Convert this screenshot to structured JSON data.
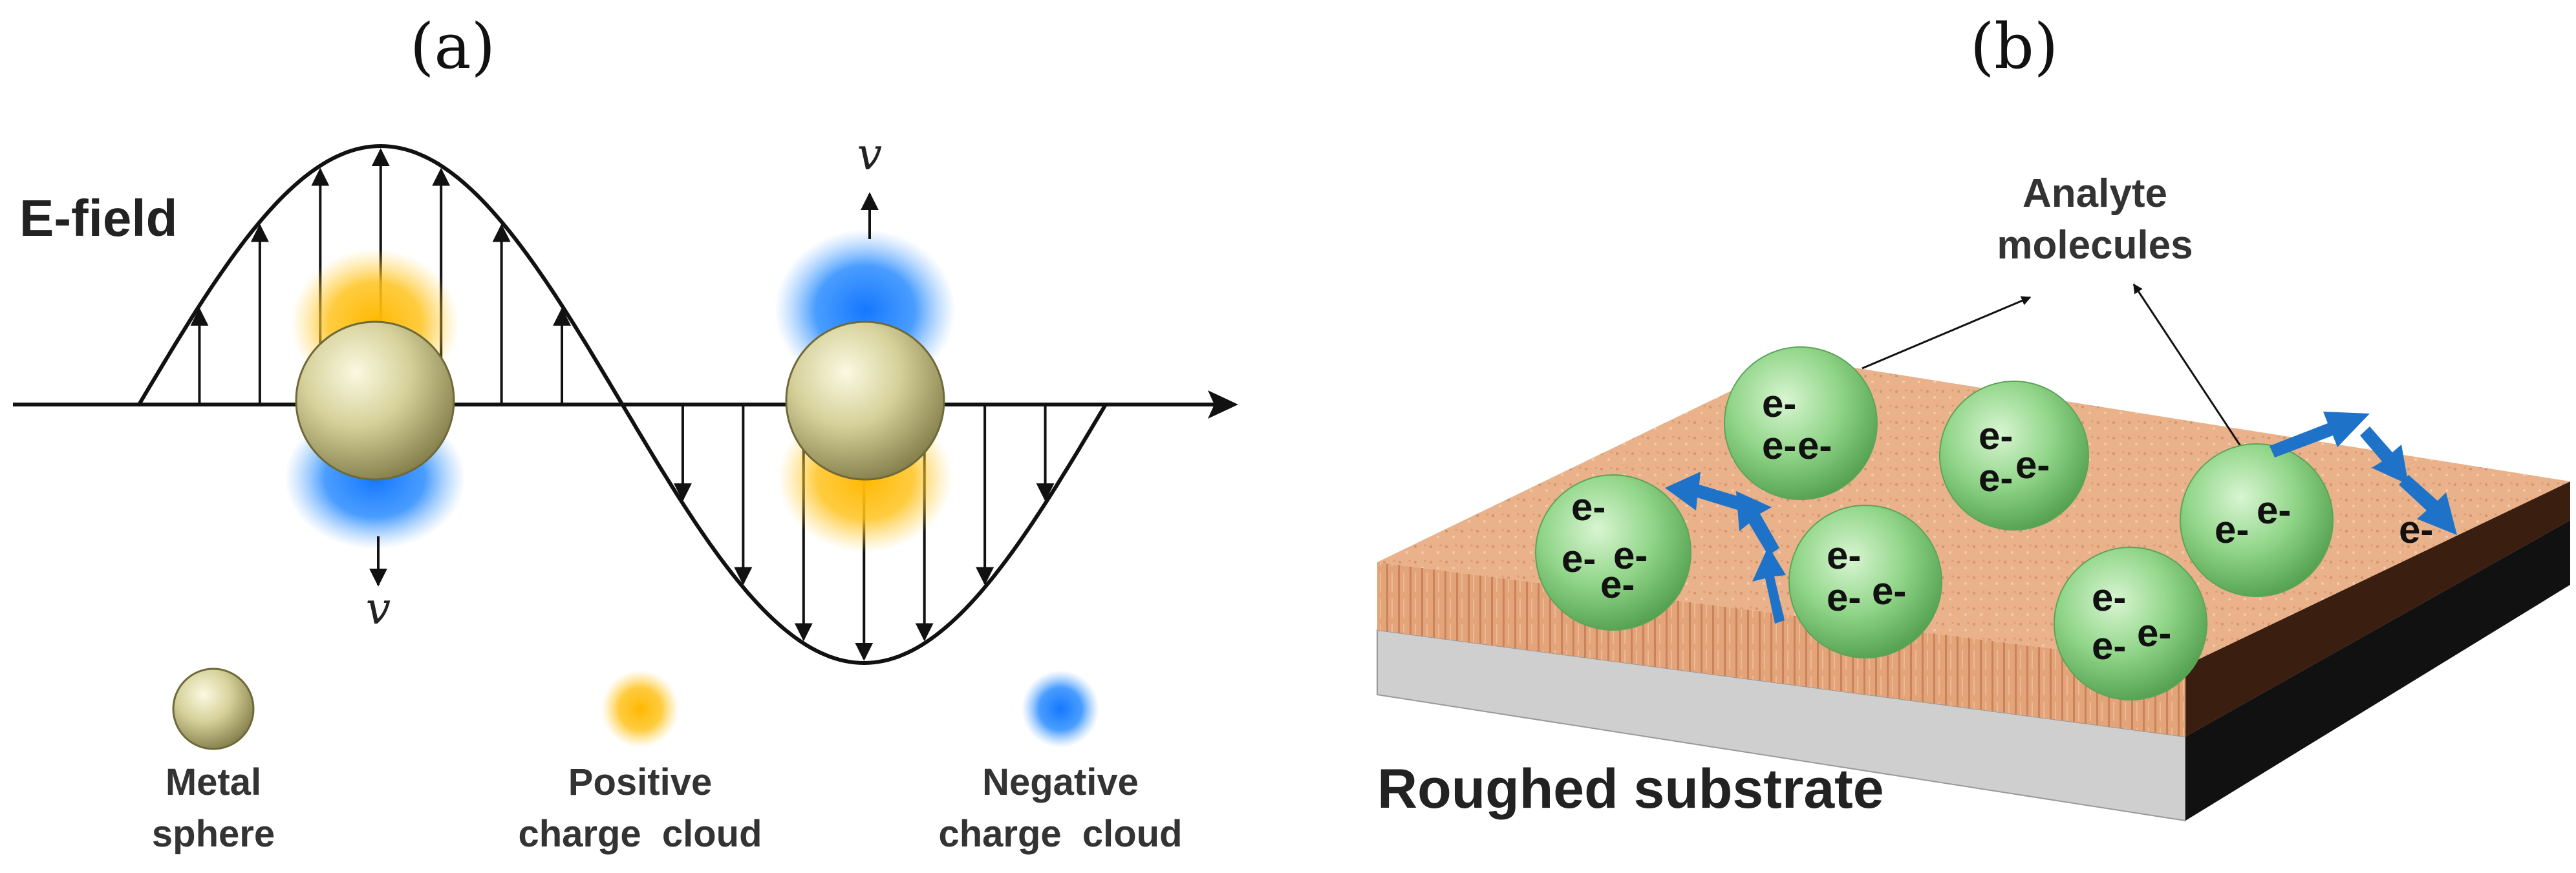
{
  "panel_a": {
    "label": "(a)",
    "field_label": "E-field",
    "velocity_symbol": "v",
    "legend": {
      "metal": [
        "Metal",
        "sphere"
      ],
      "positive": [
        "Positive",
        "charge  cloud"
      ],
      "negative": [
        "Negative",
        "charge  cloud"
      ]
    }
  },
  "panel_b": {
    "label": "(b)",
    "analyte_label": [
      "Analyte",
      "molecules"
    ],
    "substrate_label": "Roughed substrate",
    "electron": "e-"
  },
  "colors": {
    "positive_cloud": "#ffc21a",
    "negative_cloud": "#1f86ff",
    "metal_sphere": "#d8d49a",
    "molecule": "#8fd18a",
    "substrate_top": "#e8a77c",
    "arrow": "#1e73c8"
  }
}
